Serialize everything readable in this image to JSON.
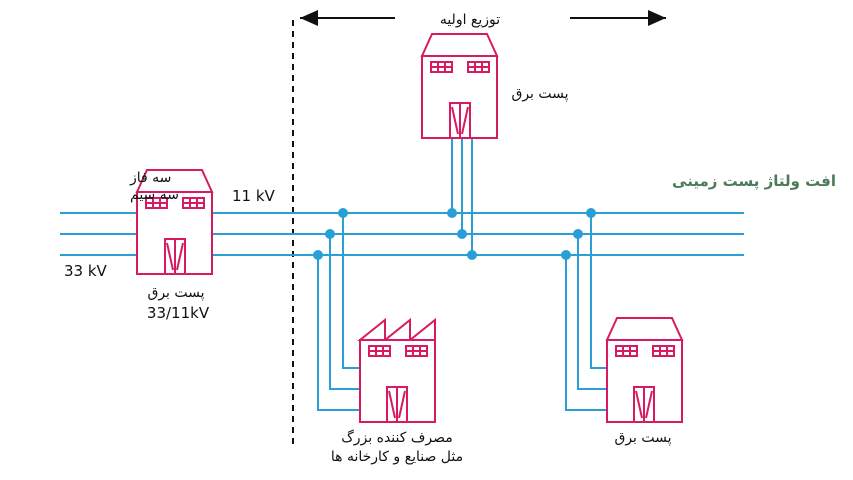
{
  "header": {
    "label": "توزیع اولیه"
  },
  "main_substation": {
    "phase_line1": "سه فاز",
    "phase_line2": "سه سیم",
    "input_voltage": "33 kV",
    "output_voltage": "11 kV",
    "name": "پست برق",
    "rating": "33/11kV"
  },
  "top_substation": {
    "name": "پست برق"
  },
  "title": "افت ولتاژ پست زمینی",
  "factory": {
    "line1": "مصرف کننده بزرگ",
    "line2": "مثل صنایع و کارخانه ها"
  },
  "right_substation": {
    "name": "پست برق"
  },
  "colors": {
    "line": "#2a9fd6",
    "building": "#d81b60",
    "title": "#4a7c59",
    "text": "#111111"
  }
}
